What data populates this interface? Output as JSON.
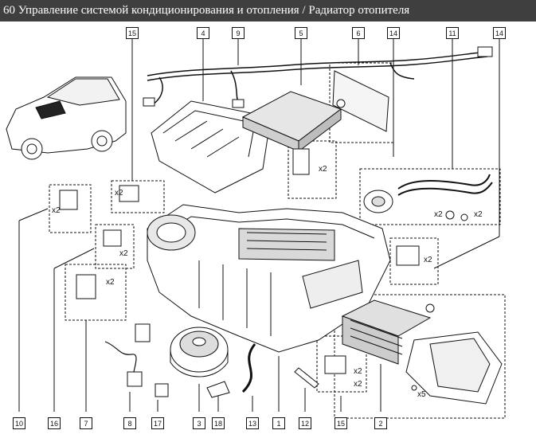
{
  "title": "60 Управление системой кондиционирования и отопления / Радиатор отопителя",
  "top_callouts": [
    "15",
    "4",
    "9",
    "5",
    "6",
    "14",
    "11",
    "14"
  ],
  "bottom_callouts": [
    "10",
    "16",
    "7",
    "8",
    "17",
    "3",
    "18",
    "13",
    "1",
    "12",
    "15",
    "2"
  ],
  "multipliers": {
    "m1": "x2",
    "m2": "x2",
    "m3": "x2",
    "m4": "x2",
    "m5": "x2",
    "m6": "x2",
    "m7": "x2",
    "m8": "x2",
    "m9": "x2",
    "m10": "x2",
    "m11": "x5"
  }
}
